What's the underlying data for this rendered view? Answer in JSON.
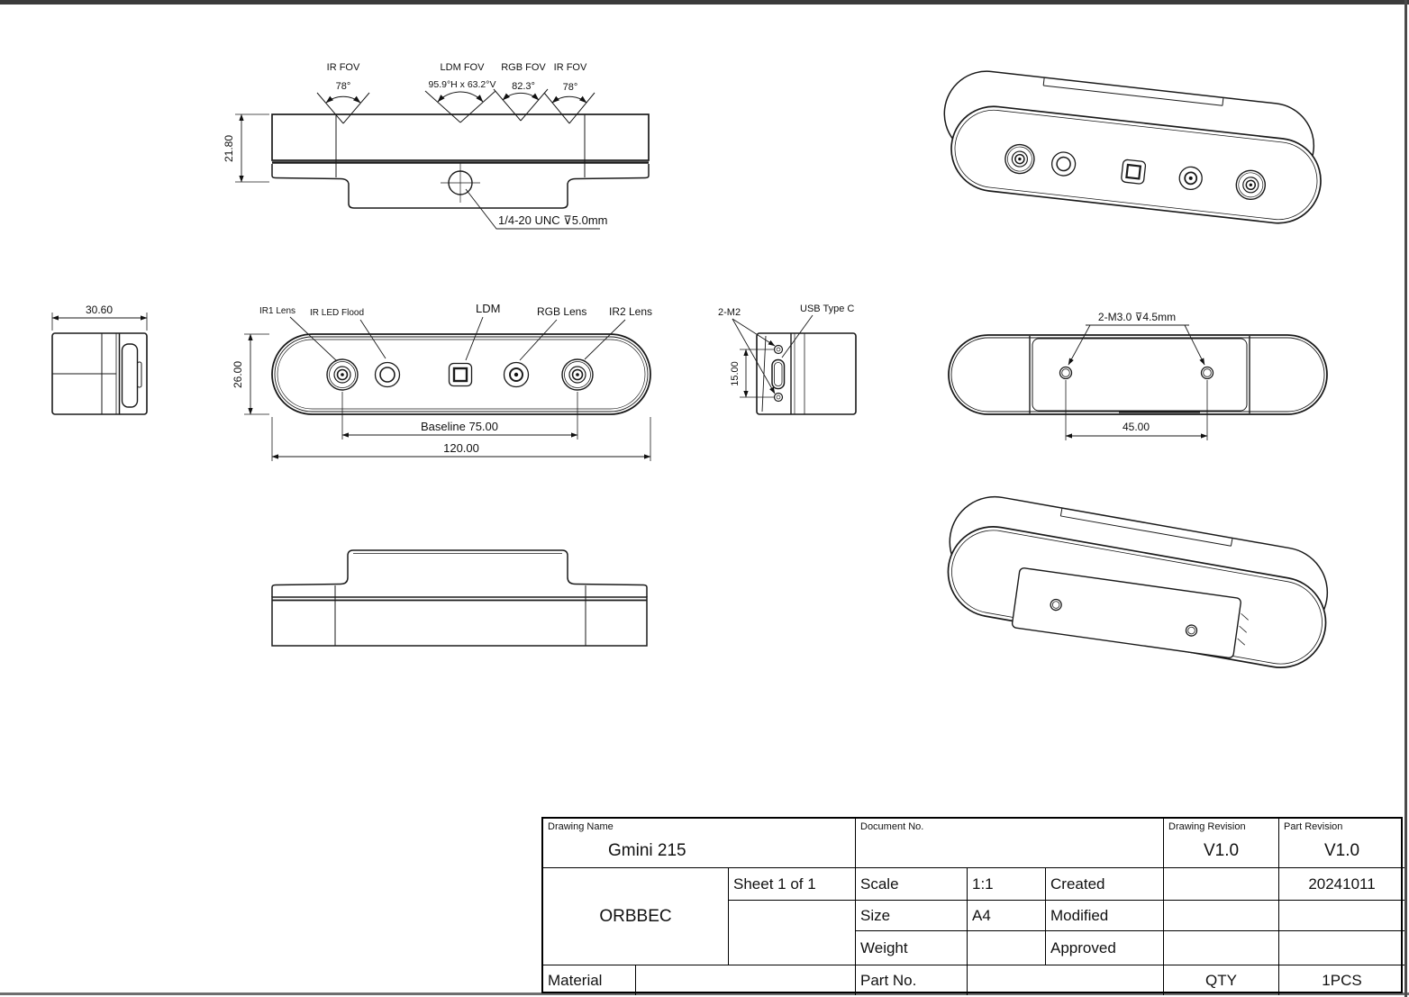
{
  "views": {
    "top_view": {
      "fov_annotations": [
        {
          "label": "IR FOV",
          "value": "78°"
        },
        {
          "label": "LDM FOV",
          "value": "95.9°H x 63.2°V"
        },
        {
          "label": "RGB FOV",
          "value": "82.3°"
        },
        {
          "label": "IR FOV",
          "value": "78°"
        }
      ],
      "height_dim": "21.80",
      "tripod_note": "1/4-20 UNC ⊽5.0mm"
    },
    "front_view": {
      "feature_labels": [
        "IR1 Lens",
        "IR LED Flood",
        "LDM",
        "RGB Lens",
        "IR2 Lens"
      ],
      "height_dim": "26.00",
      "baseline_dim": "Baseline 75.00",
      "width_dim": "120.00"
    },
    "side_view": {
      "depth_dim": "30.60"
    },
    "connector_view": {
      "screw_label": "2-M2",
      "port_label": "USB Type C",
      "pitch_dim": "15.00"
    },
    "rear_view": {
      "screw_note": "2-M3.0 ⊽4.5mm",
      "pitch_dim": "45.00"
    }
  },
  "title_block": {
    "drawing_name_label": "Drawing Name",
    "drawing_name": "Gmini 215",
    "document_no_label": "Document No.",
    "drawing_revision_label": "Drawing Revision",
    "drawing_revision": "V1.0",
    "part_revision_label": "Part Revision",
    "part_revision": "V1.0",
    "company": "ORBBEC",
    "sheet": "Sheet 1 of 1",
    "scale_label": "Scale",
    "scale": "1:1",
    "size_label": "Size",
    "size": "A4",
    "weight_label": "Weight",
    "created_label": "Created",
    "created": "20241011",
    "modified_label": "Modified",
    "approved_label": "Approved",
    "material_label": "Material",
    "part_no_label": "Part No.",
    "qty_label": "QTY",
    "qty": "1PCS"
  }
}
